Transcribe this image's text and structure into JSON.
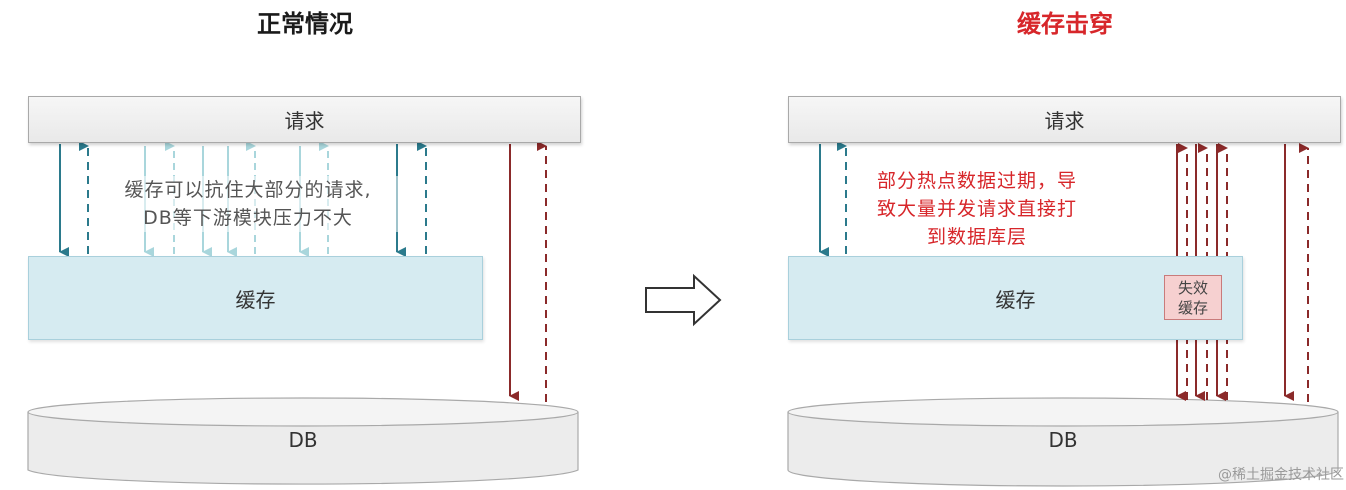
{
  "left_panel": {
    "title": "正常情况",
    "request_label": "请求",
    "cache_label": "缓存",
    "db_label": "DB",
    "annotation_lines": [
      "缓存可以抗住大部分的请求,",
      "DB等下游模块压力不大"
    ]
  },
  "right_panel": {
    "title": "缓存击穿",
    "request_label": "请求",
    "cache_label": "缓存",
    "db_label": "DB",
    "annotation_lines": [
      "部分热点数据过期，导",
      "致大量并发请求直接打",
      "到数据库层"
    ],
    "invalid_cache_lines": [
      "失效",
      "缓存"
    ]
  },
  "watermark": "@稀土掘金技术社区",
  "colors": {
    "cache_hit_arrow": "#2b7a8c",
    "cache_hit_light": "#a9d6dc",
    "db_arrow": "#8b2a2a",
    "title_alert": "#d7262a"
  }
}
